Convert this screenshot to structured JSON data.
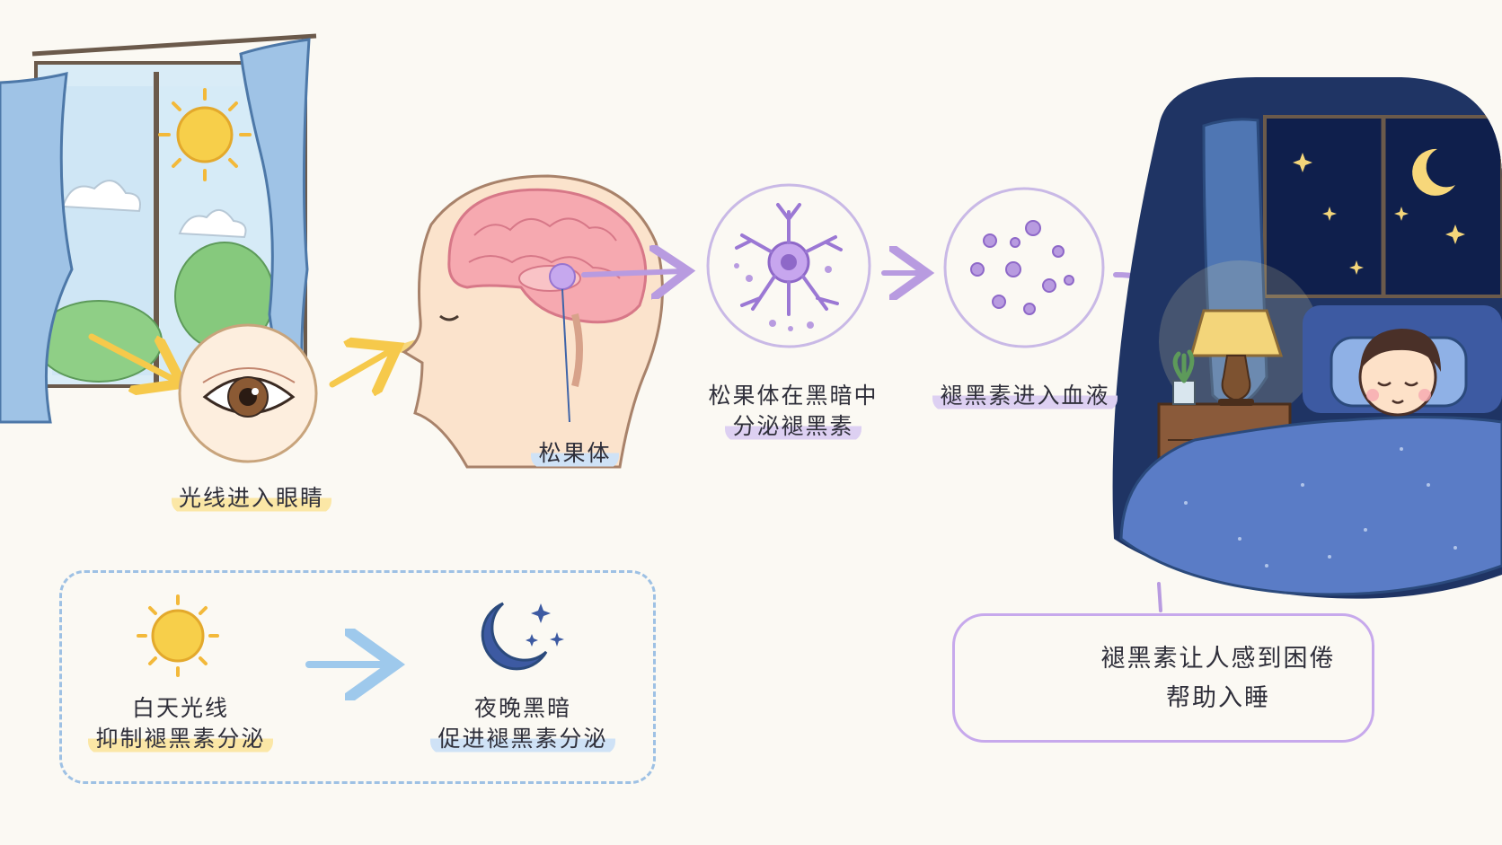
{
  "steps": {
    "eye": "光线进入眼睛",
    "pineal": "松果体",
    "secrete_line1": "松果体在黑暗中",
    "secrete_line2": "分泌褪黑素",
    "blood": "褪黑素进入血液"
  },
  "legend": {
    "day_line1": "白天光线",
    "day_line2": "抑制褪黑素分泌",
    "night_line1": "夜晚黑暗",
    "night_line2": "促进褪黑素分泌"
  },
  "note": {
    "line1": "褪黑素让人感到困倦",
    "line2": "帮助入睡"
  },
  "colors": {
    "sun": "#f7cf4a",
    "sun_arrow": "#f6c94b",
    "melatonin": "#b89be0",
    "night_sky": "#1f3464",
    "curtain": "#9fc3e6",
    "legend_arrow": "#9ec9ec"
  },
  "icons": [
    "sun-icon",
    "eye-icon",
    "brain-icon",
    "neuron-icon",
    "molecule-icon",
    "moon-icon",
    "lamp-icon"
  ]
}
